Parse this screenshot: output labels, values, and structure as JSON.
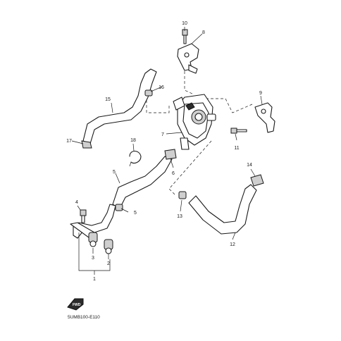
{
  "diagram": {
    "code": "5UMB100-E110",
    "fwd_label": "FWD",
    "callouts": {
      "c1": "1",
      "c2": "2",
      "c3": "3",
      "c4": "4",
      "c5a": "5",
      "c5b": "5",
      "c6": "6",
      "c7": "7",
      "c8": "8",
      "c9": "9",
      "c10": "10",
      "c11": "11",
      "c12": "12",
      "c13": "13",
      "c14": "14",
      "c15": "15",
      "c16": "16",
      "c17": "17",
      "c18": "18"
    }
  }
}
